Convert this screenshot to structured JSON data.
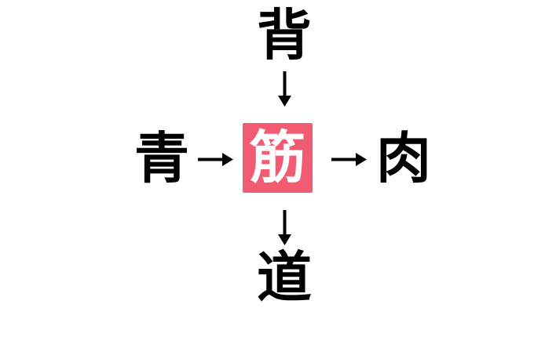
{
  "puzzle": {
    "center": {
      "char": "筋",
      "box_color": "#F25C73",
      "text_color": "#FFFFFF"
    },
    "top": {
      "char": "背"
    },
    "left": {
      "char": "青"
    },
    "right": {
      "char": "肉"
    },
    "bottom": {
      "char": "道"
    },
    "arrows": [
      {
        "name": "arrow-top-to-center",
        "direction": "down"
      },
      {
        "name": "arrow-left-to-center",
        "direction": "right"
      },
      {
        "name": "arrow-center-to-right",
        "direction": "right"
      },
      {
        "name": "arrow-center-to-bottom",
        "direction": "down"
      }
    ]
  },
  "colors": {
    "background": "#FFFFFF",
    "kanji": "#000000",
    "arrow": "#000000",
    "accent": "#F25C73"
  }
}
